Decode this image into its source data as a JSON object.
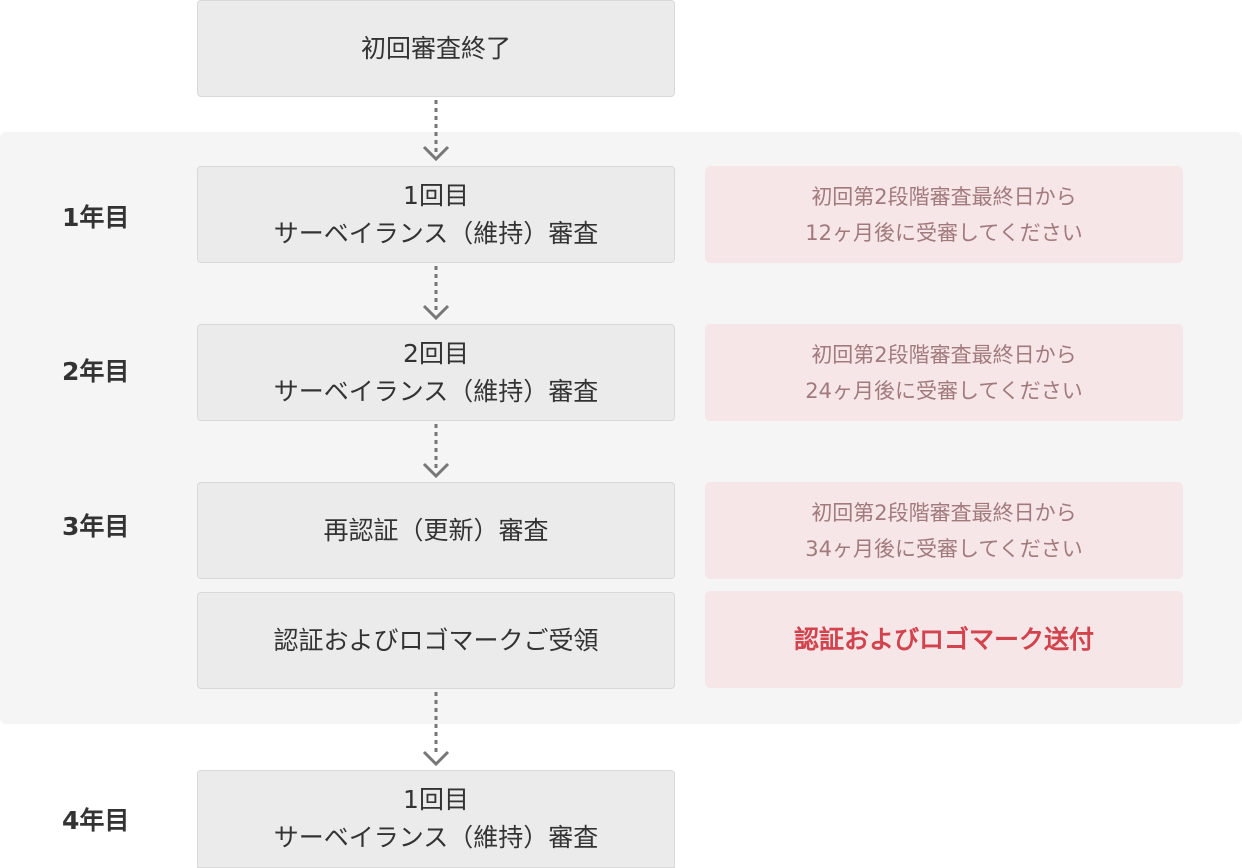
{
  "steps": {
    "initial": "初回審査終了",
    "year1_line1": "1回目",
    "year1_line2": "サーベイランス（維持）審査",
    "year2_line1": "2回目",
    "year2_line2": "サーベイランス（維持）審査",
    "recert": "再認証（更新）審査",
    "receive": "認証およびロゴマークご受領",
    "year4_line1": "1回目",
    "year4_line2": "サーベイランス（維持）審査"
  },
  "years": {
    "y1": "1年目",
    "y2": "2年目",
    "y3": "3年目",
    "y4": "4年目"
  },
  "notes": {
    "n1_line1": "初回第2段階審査最終日から",
    "n1_line2": "12ヶ月後に受審してください",
    "n2_line1": "初回第2段階審査最終日から",
    "n2_line2": "24ヶ月後に受審してください",
    "n3_line1": "初回第2段階審査最終日から",
    "n3_line2": "34ヶ月後に受審してください",
    "n4": "認証およびロゴマーク送付"
  },
  "colors": {
    "step_bg": "#ebebeb",
    "note_bg": "#f7e6e7",
    "note_text": "#a07a7d",
    "note_strong_text": "#d2434d",
    "band_bg": "#f5f5f5",
    "arrow": "#777777"
  }
}
